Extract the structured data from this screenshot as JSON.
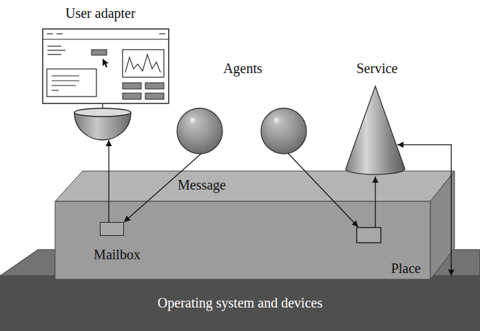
{
  "diagram": {
    "nodes": [
      {
        "text": [
          "User adapter"
        ]
      },
      {
        "text": [
          "Agents"
        ]
      },
      {
        "text": [
          "Service"
        ]
      },
      {
        "text": [
          "Operating system and devices"
        ]
      },
      {
        "text": [
          "Place"
        ]
      },
      {
        "text": [
          "Mailbox"
        ],
        "in": 4
      }
    ],
    "edges": [
      {
        "from": 5,
        "to": 0,
        "arrow": "to"
      },
      {
        "from": 1,
        "to": 5,
        "arrow": "to"
      },
      {
        "from": 2,
        "to": 3,
        "arrow": "both"
      }
    ],
    "labels": [
      "Message"
    ]
  }
}
